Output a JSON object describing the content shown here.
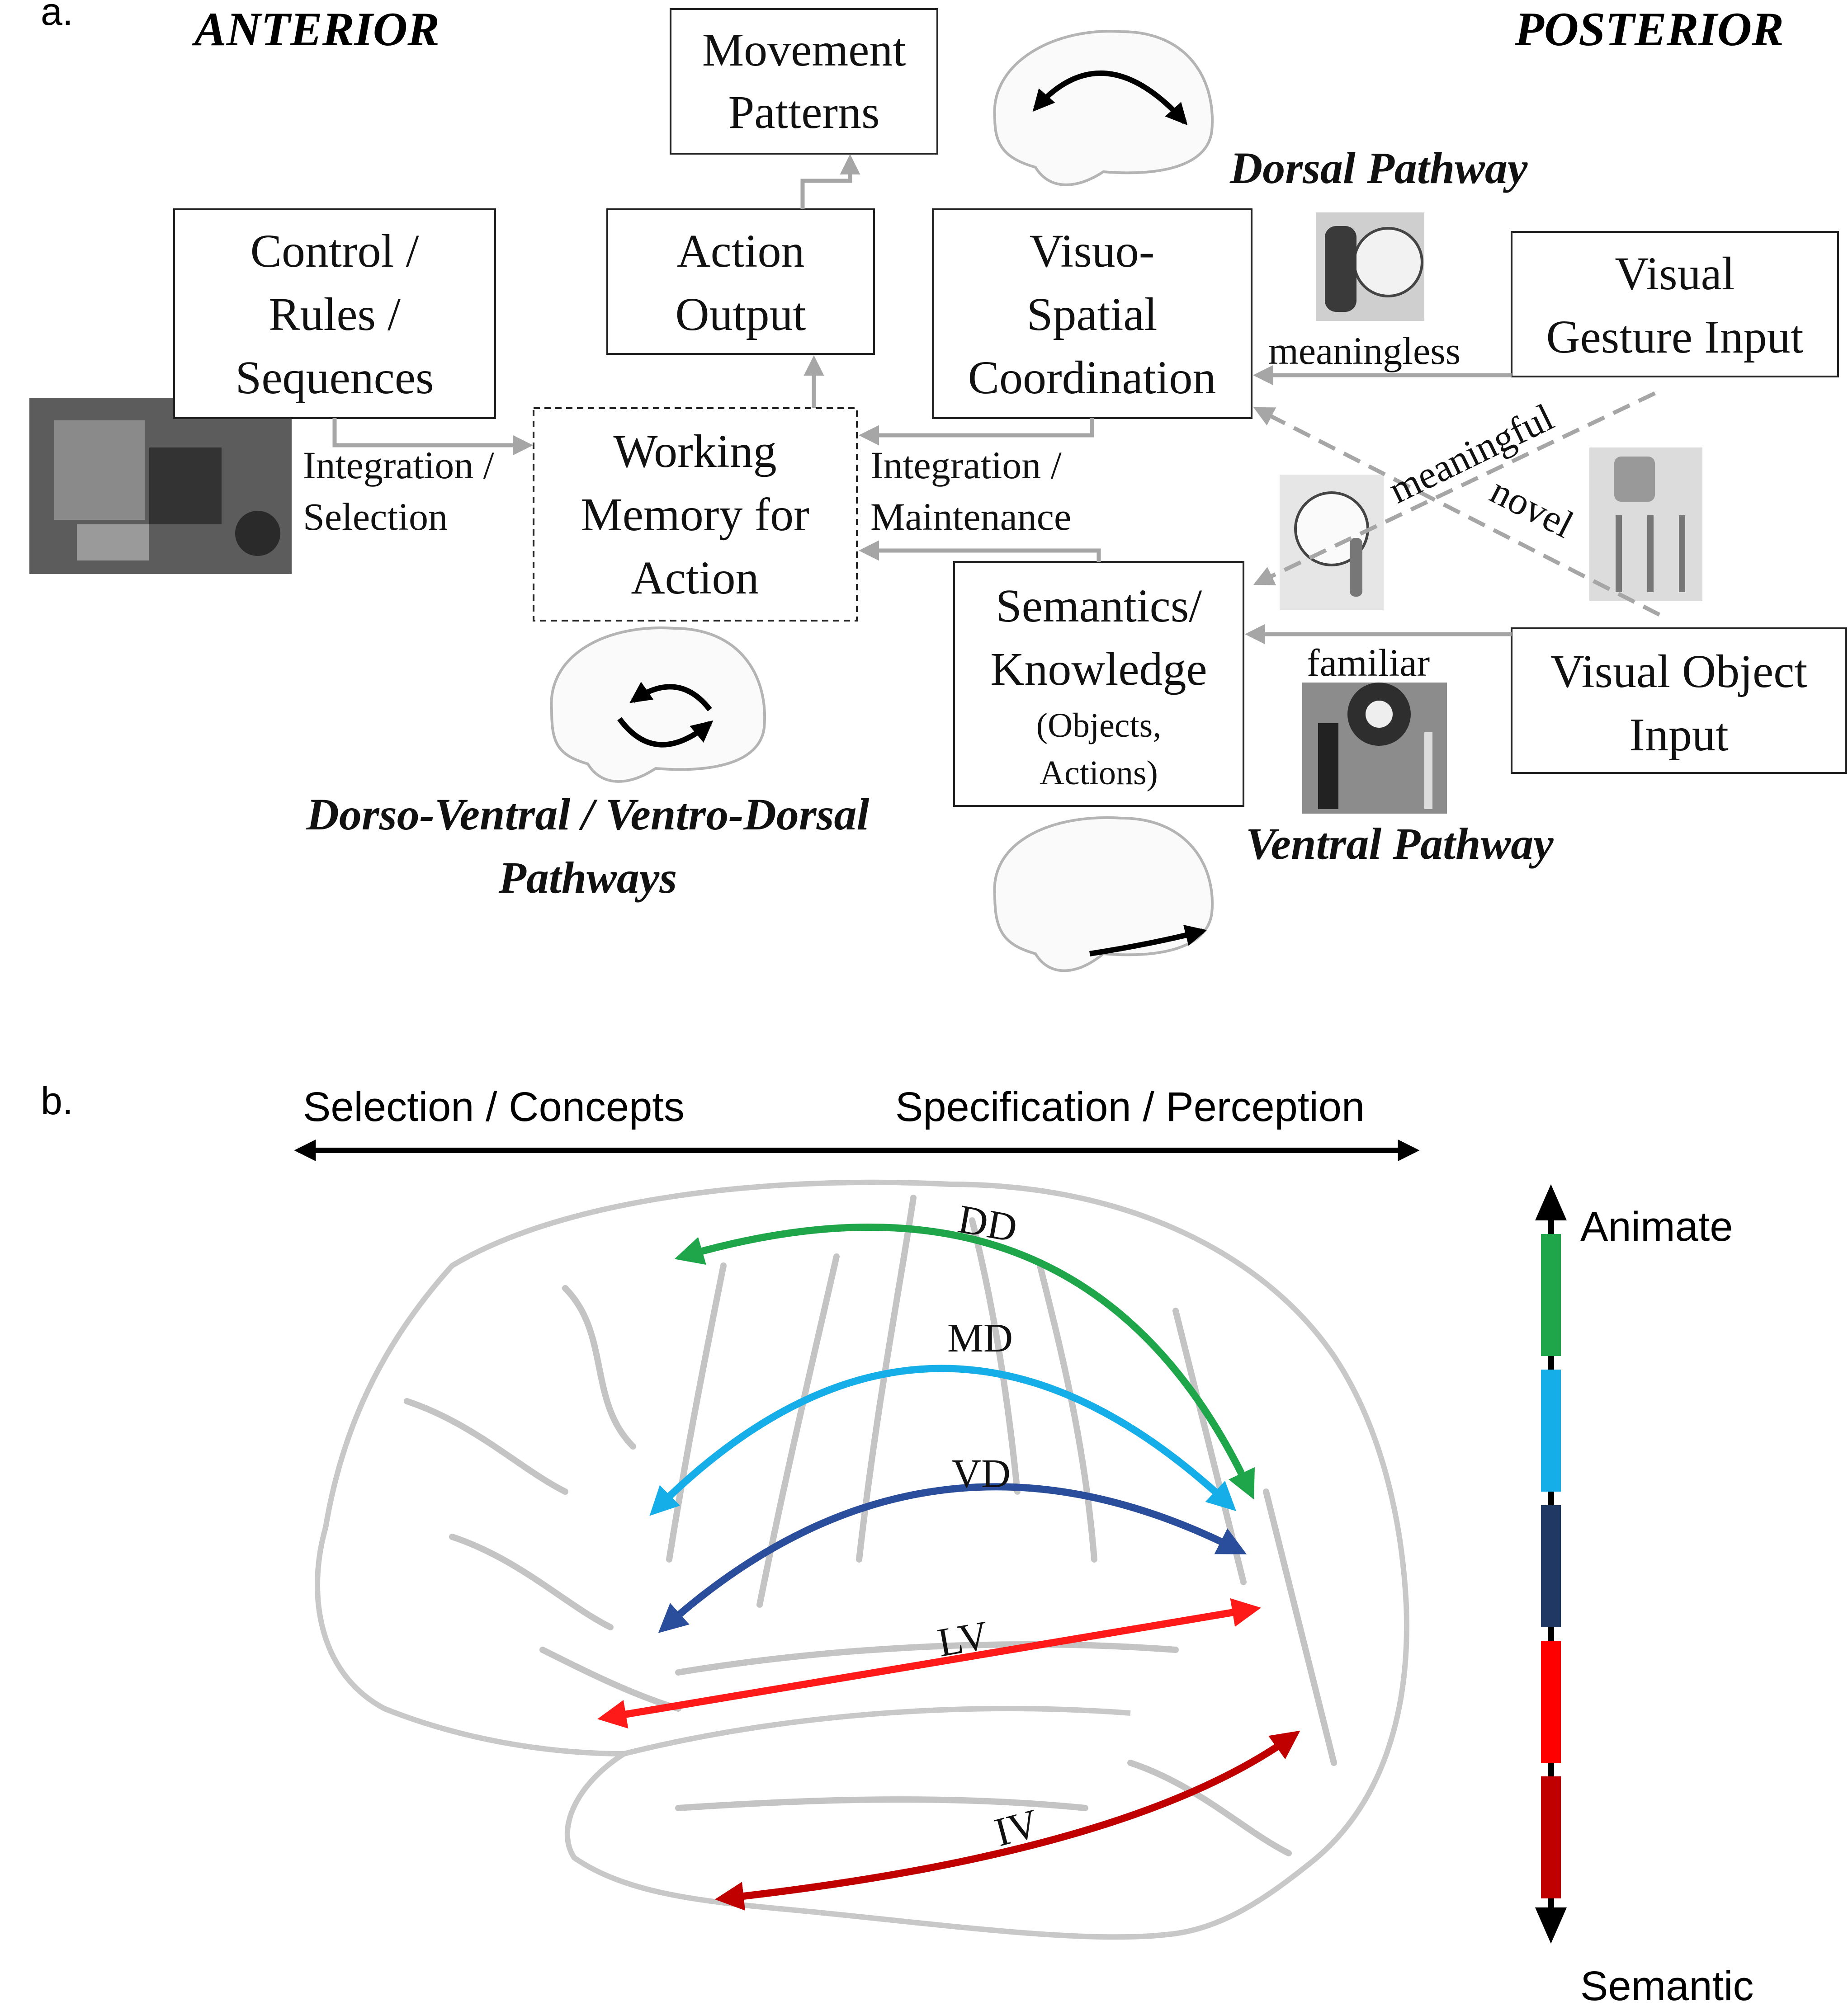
{
  "panel_a": {
    "label": "a.",
    "anterior": "ANTERIOR",
    "posterior": "POSTERIOR",
    "boxes": {
      "movement_patterns": [
        "Movement",
        "Patterns"
      ],
      "control_rules": [
        "Control /",
        "Rules /",
        "Sequences"
      ],
      "action_output": [
        "Action",
        "Output"
      ],
      "visuo_spatial": [
        "Visuo-",
        "Spatial",
        "Coordination"
      ],
      "visual_gesture": [
        "Visual",
        "Gesture Input"
      ],
      "working_memory": [
        "Working",
        "Memory for",
        "Action"
      ],
      "semantics": [
        "Semantics/",
        "Knowledge"
      ],
      "semantics_sub": [
        "(Objects,",
        "Actions)"
      ],
      "visual_object": [
        "Visual Object",
        "Input"
      ]
    },
    "arrow_labels": {
      "integration_selection": [
        "Integration /",
        "Selection"
      ],
      "integration_maintenance": [
        "Integration /",
        "Maintenance"
      ],
      "meaningless": "meaningless",
      "meaningful": "meaningful",
      "novel": "novel",
      "familiar": "familiar"
    },
    "pathways": {
      "dorsal": "Dorsal Pathway",
      "ventral": "Ventral Pathway",
      "dorso_ventral": [
        "Dorso-Ventral / Ventro-Dorsal",
        "Pathways"
      ]
    },
    "colors": {
      "box_stroke": "#222222",
      "arrow": "#a6a6a6",
      "photo": "#6e6e6e"
    }
  },
  "panel_b": {
    "label": "b.",
    "axis_left": "Selection / Concepts",
    "axis_right": "Specification / Perception",
    "streams": [
      {
        "name": "DD",
        "color": "#1fa64a"
      },
      {
        "name": "MD",
        "color": "#16aee8"
      },
      {
        "name": "VD",
        "color": "#2b4e9c"
      },
      {
        "name": "LV",
        "color": "#ff1a1a"
      },
      {
        "name": "IV",
        "color": "#c00000"
      }
    ],
    "scale": {
      "top": "Animate",
      "bottom": "Semantic",
      "segments": [
        "#1fa64a",
        "#16aee8",
        "#1f3864",
        "#ff0000",
        "#c00000"
      ]
    },
    "colors": {
      "brain_outline": "#c8c8c8",
      "sulci": "#c4c4c4"
    }
  }
}
